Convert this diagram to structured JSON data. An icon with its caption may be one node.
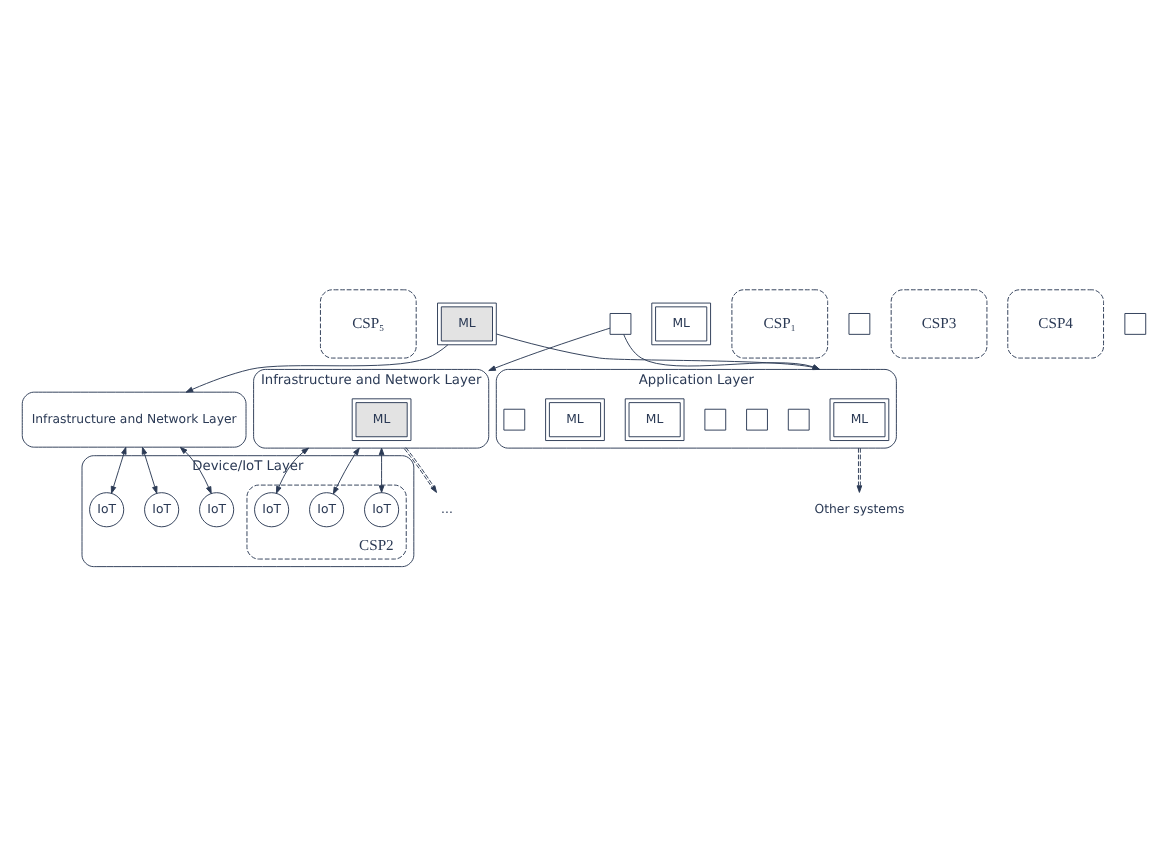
{
  "diagram": {
    "nodes": [
      {
        "text": [
          "CSP₅"
        ]
      },
      {
        "text": [
          "Application Layer"
        ]
      },
      {
        "text": [
          "ML"
        ],
        "in": 1
      },
      {
        "text": [],
        "shape": "box",
        "in": 1
      },
      {
        "text": [],
        "shape": "box",
        "in": 1
      },
      {
        "text": [],
        "shape": "box",
        "in": 1
      },
      {
        "text": [
          "ML"
        ]
      },
      {
        "text": [
          "ML"
        ],
        "in": 1
      },
      {
        "text": [
          "ML"
        ],
        "in": 1
      },
      {
        "text": [],
        "shape": "box",
        "in": 1
      },
      {
        "text": [
          "Other systems"
        ]
      },
      {
        "text": [
          "CSP₁"
        ]
      },
      {
        "text": [
          "ML"
        ]
      },
      {
        "text": [],
        "shape": "box"
      },
      {
        "text": [],
        "shape": "box"
      },
      {
        "text": [
          "CSP3"
        ]
      },
      {
        "text": [
          "CSP4"
        ]
      },
      {
        "text": [],
        "shape": "box"
      },
      {
        "text": [
          "Infrastructure and Network Layer"
        ]
      },
      {
        "text": [
          "Infrastructure and Network Layer"
        ]
      },
      {
        "text": [
          "ML"
        ],
        "in": 19
      },
      {
        "text": [
          "..."
        ]
      },
      {
        "text": [
          "Device/IoT Layer"
        ]
      },
      {
        "text": [
          "CSP2"
        ],
        "in": 22
      },
      {
        "text": [
          "IoT"
        ],
        "in": 22
      },
      {
        "text": [
          "IoT"
        ],
        "in": 22
      },
      {
        "text": [
          "IoT"
        ],
        "in": 22
      },
      {
        "text": [
          "IoT"
        ],
        "in": 23
      },
      {
        "text": [
          "IoT"
        ],
        "in": 23
      },
      {
        "text": [
          "IoT"
        ],
        "in": 23
      }
    ],
    "edges": [
      {
        "from": 12,
        "to": 1,
        "arrow": "to"
      },
      {
        "from": 12,
        "to": 18,
        "arrow": "to"
      },
      {
        "from": 13,
        "to": 1,
        "arrow": "to"
      },
      {
        "from": 13,
        "to": 19,
        "arrow": "to"
      },
      {
        "from": 1,
        "to": 10,
        "arrow": "to",
        "style": "dashed"
      },
      {
        "from": 19,
        "to": 21,
        "arrow": "to",
        "style": "dashed"
      },
      {
        "from": 18,
        "to": 24,
        "arrow": "both"
      },
      {
        "from": 18,
        "to": 25,
        "arrow": "both"
      },
      {
        "from": 18,
        "to": 26,
        "arrow": "both"
      },
      {
        "from": 19,
        "to": 27,
        "arrow": "both"
      },
      {
        "from": 19,
        "to": 28,
        "arrow": "both"
      },
      {
        "from": 19,
        "to": 29,
        "arrow": "both"
      }
    ]
  }
}
